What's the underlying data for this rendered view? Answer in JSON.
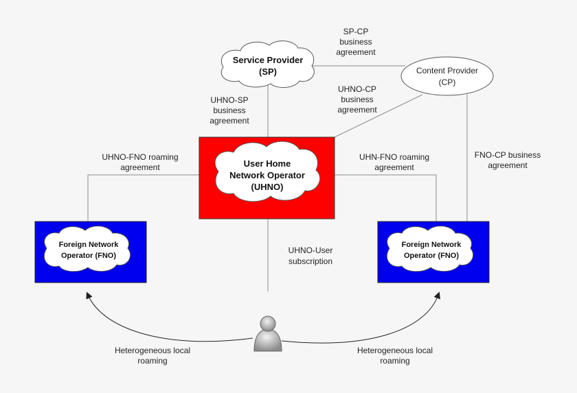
{
  "nodes": {
    "sp": {
      "line1": "Service Provider",
      "line2": "(SP)"
    },
    "cp": {
      "line1": "Content Provider",
      "line2": "(CP)"
    },
    "uhno": {
      "line1": "User Home",
      "line2": "Network Operator",
      "line3": "(UHNO)"
    },
    "fno_left": {
      "line1": "Foreign Network",
      "line2": "Operator (FNO)"
    },
    "fno_right": {
      "line1": "Foreign Network",
      "line2": "Operator (FNO)"
    }
  },
  "labels": {
    "sp_cp": [
      "SP-CP",
      "business",
      "agreement"
    ],
    "uhno_sp": [
      "UHNO-SP",
      "business",
      "agreement"
    ],
    "uhno_cp": [
      "UHNO-CP",
      "business",
      "agreement"
    ],
    "uhno_fno_left": [
      "UHNO-FNO roaming",
      "agreement"
    ],
    "uhn_fno_right": [
      "UHN-FNO roaming",
      "agreement"
    ],
    "fno_cp": [
      "FNO-CP business",
      "agreement"
    ],
    "uhno_user": [
      "UHNO-User",
      "subscription"
    ],
    "roaming_left": [
      "Heterogeneous local",
      "roaming"
    ],
    "roaming_right": [
      "Heterogeneous local",
      "roaming"
    ]
  },
  "colors": {
    "uhno_fill": "#ff0000",
    "fno_fill": "#0000ee",
    "background": "#f6f6f6"
  },
  "icons": {
    "user": "person-icon"
  }
}
